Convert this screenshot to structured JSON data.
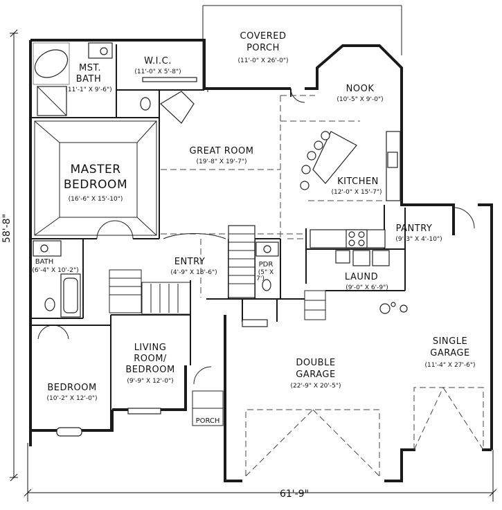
{
  "plan": {
    "overall_width": "61'-9\"",
    "overall_depth": "58'-8\""
  },
  "rooms": {
    "covered_porch": {
      "line1": "COVERED",
      "line2": "PORCH",
      "dim": "(11'-0\" X 26'-0\")"
    },
    "mst_bath": {
      "line1": "MST.",
      "line2": "BATH",
      "dim": "(11'-1\" X 9'-6\")"
    },
    "wic": {
      "name": "W.I.C.",
      "dim": "(11'-0\" X 5'-8\")"
    },
    "nook": {
      "name": "NOOK",
      "dim": "(10'-5\" X 9'-0\")"
    },
    "great_room": {
      "name": "GREAT ROOM",
      "dim": "(19'-8\" X 19'-7\")"
    },
    "master_bedroom": {
      "line1": "MASTER",
      "line2": "BEDROOM",
      "dim": "(16'-6\" X 15'-10\")"
    },
    "kitchen": {
      "name": "KITCHEN",
      "dim": "(12'-0\" X 15'-7\")"
    },
    "pantry": {
      "name": "PANTRY",
      "dim": "(9'-3\" X 4'-10\")"
    },
    "bath": {
      "name": "BATH",
      "dim": "(6'-4\" X 10'-2\")"
    },
    "entry": {
      "name": "ENTRY",
      "dim": "(4'-9\" X 18'-6\")"
    },
    "pdr": {
      "name": "PDR",
      "dim1": "(5\" X",
      "dim2": "7')"
    },
    "laund": {
      "name": "LAUND",
      "dim": "(9'-0\" X 6'-9\")"
    },
    "living_room": {
      "line1": "LIVING",
      "line2": "ROOM/",
      "line3": "BEDROOM",
      "dim": "(9'-9\" X 12'-0\")"
    },
    "bedroom": {
      "name": "BEDROOM",
      "dim": "(10'-2\" X 12'-0\")"
    },
    "double_garage": {
      "line1": "DOUBLE",
      "line2": "GARAGE",
      "dim": "(22'-9\" X 20'-5\")"
    },
    "single_garage": {
      "line1": "SINGLE",
      "line2": "GARAGE",
      "dim": "(11'-4\" X 27'-6\")"
    },
    "porch": {
      "name": "PORCH"
    }
  }
}
